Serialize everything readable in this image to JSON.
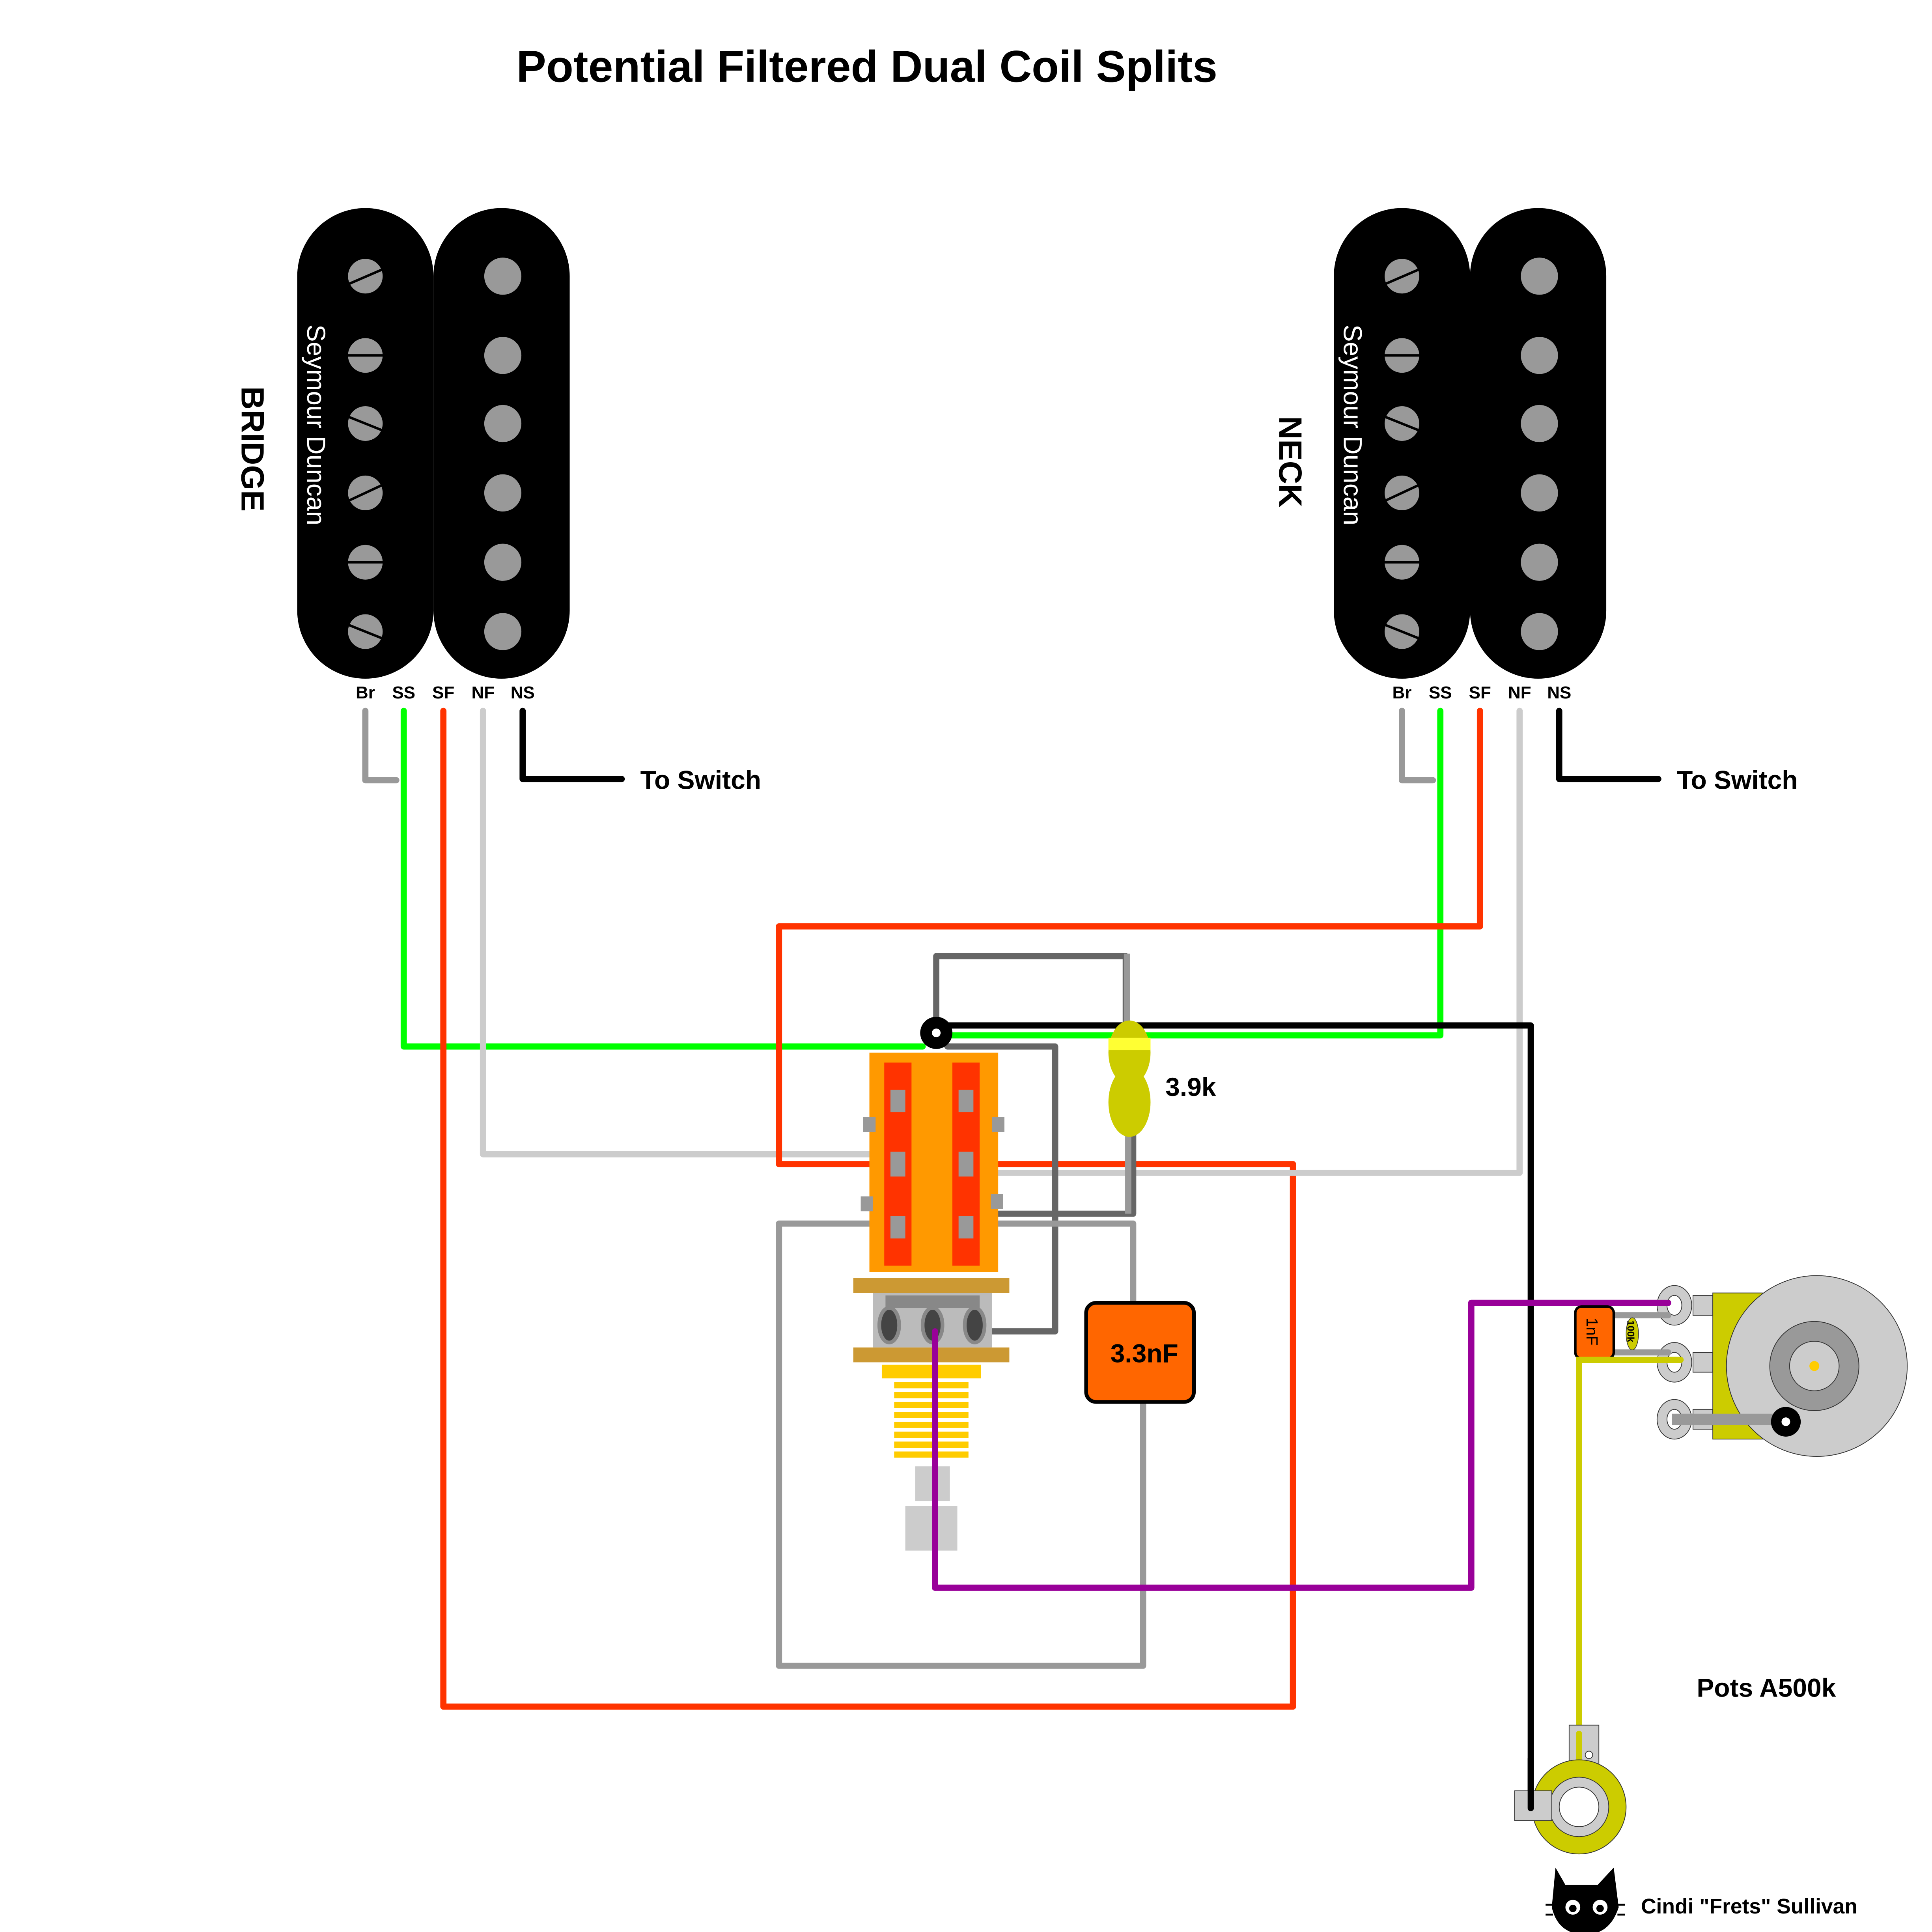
{
  "title": "Potential Filtered Dual Coil Splits",
  "pickups": [
    {
      "position_label": "BRIDGE",
      "brand": "Seymour Duncan",
      "terminals": [
        "Br",
        "SS",
        "SF",
        "NF",
        "NS"
      ],
      "to_switch_label": "To Switch"
    },
    {
      "position_label": "NECK",
      "brand": "Seymour Duncan",
      "terminals": [
        "Br",
        "SS",
        "SF",
        "NF",
        "NS"
      ],
      "to_switch_label": "To Switch"
    }
  ],
  "components": {
    "resistor_label": "3.9k",
    "capacitor_label": "3.3nF",
    "treble_bleed_cap_label": "1nF",
    "treble_bleed_resistor_label": "100k",
    "pots_label": "Pots A500k"
  },
  "credit": "Cindi \"Frets\" Sullivan",
  "colors": {
    "bare": "#999999",
    "ss_green": "#00ff00",
    "sf_red": "#ff3300",
    "nf_white": "#cccccc",
    "ns_black": "#000000",
    "ground_dark": "#666666",
    "purple": "#990099",
    "yellow": "#cccc00",
    "switch_orange": "#ff9900",
    "cap_orange": "#ff6600"
  }
}
